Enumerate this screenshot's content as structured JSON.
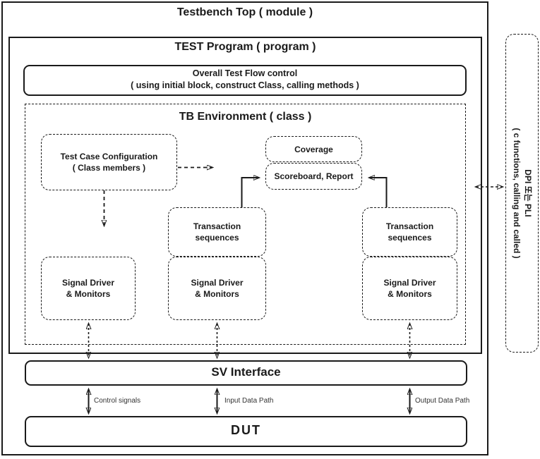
{
  "diagram": {
    "outer_title": "Testbench Top ( module )",
    "program_title": "TEST Program ( program )",
    "flow_box": {
      "line1": "Overall Test Flow control",
      "line2": "( using initial block, construct Class, calling methods )"
    },
    "env_title": "TB Environment ( class )",
    "nodes": {
      "test_case_config": {
        "line1": "Test Case Configuration",
        "line2": "( Class members )"
      },
      "coverage": {
        "label": "Coverage"
      },
      "scoreboard": {
        "label": "Scoreboard, Report"
      },
      "transaction_mid": {
        "line1": "Transaction",
        "line2": "sequences"
      },
      "transaction_right": {
        "line1": "Transaction",
        "line2": "sequences"
      },
      "signal_driver_1": {
        "line1": "Signal Driver",
        "line2": "& Monitors"
      },
      "signal_driver_2": {
        "line1": "Signal Driver",
        "line2": "& Monitors"
      },
      "signal_driver_3": {
        "line1": "Signal Driver",
        "line2": "& Monitors"
      }
    },
    "sv_interface_label": "SV Interface",
    "dut_label": "DUT",
    "dpi": {
      "line1": "DPI 또는 PLI",
      "line2": "( c functions, calling and called )"
    },
    "path_labels": {
      "control": "Control signals",
      "input": "Input Data Path",
      "output": "Output Data Path"
    },
    "colors": {
      "line": "#1a1a1a",
      "background": "#ffffff"
    }
  }
}
